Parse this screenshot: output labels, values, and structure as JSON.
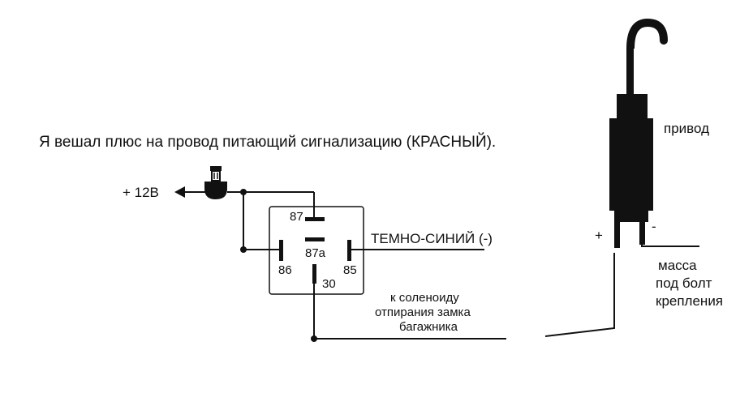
{
  "caption": "Я вешал плюс на провод питающий сигнализацию (КРАСНЫЙ).",
  "power": {
    "label": "+ 12В"
  },
  "relay": {
    "pins": {
      "p87": "87",
      "p87a": "87а",
      "p86": "86",
      "p85": "85",
      "p30": "30"
    }
  },
  "wire_dark_blue": {
    "label": "ТЕМНО-СИНИЙ (-)"
  },
  "solenoid": {
    "lines": [
      "к  соленоиду",
      "отпирания замка",
      "багажника"
    ]
  },
  "actuator": {
    "title": "привод",
    "plus": "+",
    "minus": "-",
    "ground_lines": [
      "масса",
      "под болт",
      "крепления"
    ]
  },
  "colors": {
    "ink": "#111111",
    "background": "#ffffff"
  }
}
